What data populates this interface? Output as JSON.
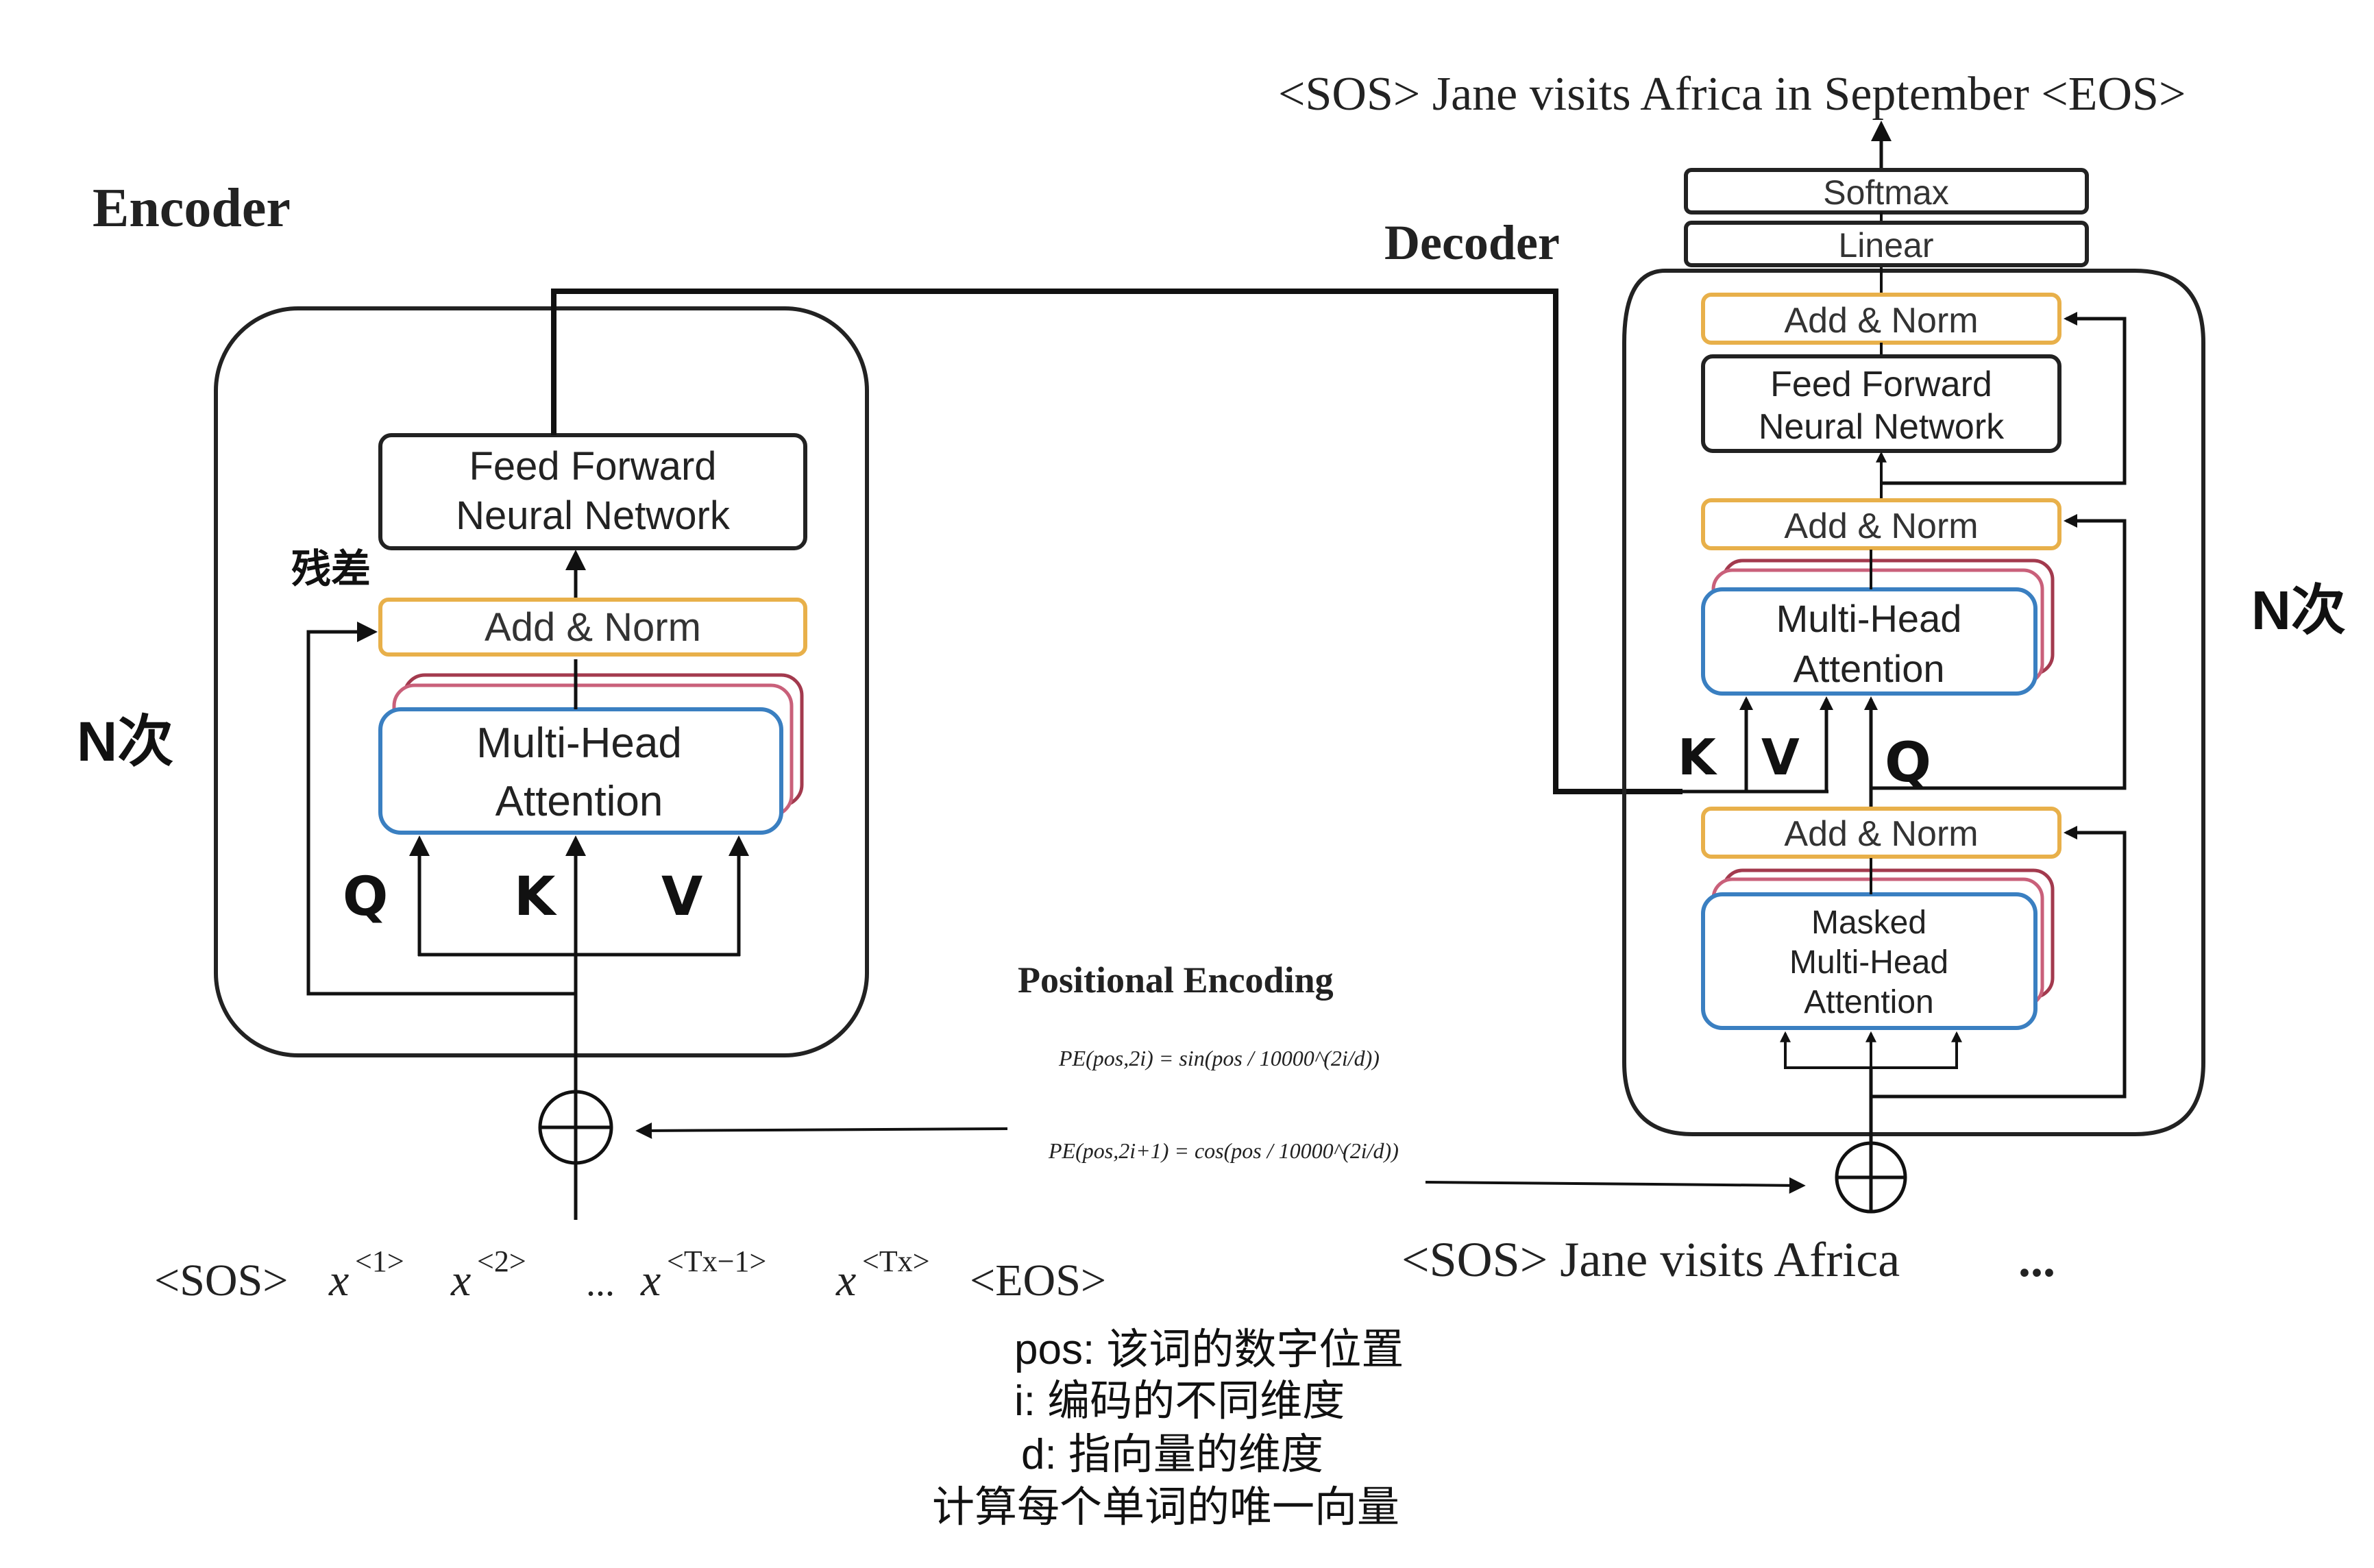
{
  "encoder": {
    "title": "Encoder",
    "repeat_label": "N次",
    "residual_label": "残差",
    "ffn_line1": "Feed Forward",
    "ffn_line2": "Neural Network",
    "add_norm": "Add & Norm",
    "mha_line1": "Multi-Head",
    "mha_line2": "Attention",
    "q": "Q",
    "k": "K",
    "v": "V",
    "input_sos": "<SOS>",
    "input_x1": "x",
    "input_x1_sup": "<1>",
    "input_x2": "x",
    "input_x2_sup": "<2>",
    "input_ellipsis": "...",
    "input_x3": "x",
    "input_x3_sup": "<Tx−1>",
    "input_x4": "x",
    "input_x4_sup": "<Tx>",
    "input_eos": "<EOS>"
  },
  "decoder": {
    "title": "Decoder",
    "repeat_label": "N次",
    "output_sentence": "<SOS> Jane visits Africa in September <EOS>",
    "softmax": "Softmax",
    "linear": "Linear",
    "add_norm_top": "Add & Norm",
    "ffn_line1": "Feed Forward",
    "ffn_line2": "Neural Network",
    "add_norm_mid": "Add & Norm",
    "mha_line1": "Multi-Head",
    "mha_line2": "Attention",
    "k": "K",
    "v": "V",
    "q": "Q",
    "add_norm_bottom": "Add & Norm",
    "masked_line1": "Masked",
    "masked_line2": "Multi-Head",
    "masked_line3": "Attention",
    "input_sentence": "<SOS> Jane visits Africa",
    "input_ellipsis": "..."
  },
  "positional_encoding": {
    "title": "Positional Encoding",
    "formula_sin": "PE(pos,2i) = sin(pos / 10000^(2i/d))",
    "formula_cos": "PE(pos,2i+1) = cos(pos / 10000^(2i/d))",
    "notes": [
      "pos: 该词的数字位置",
      "i: 编码的不同维度",
      "d: 指向量的维度",
      "计算每个单词的唯一向量"
    ]
  },
  "colors": {
    "box_border": "#222222",
    "add_norm_border": "#e8b04a",
    "attention_border": "#3a7fc1",
    "stack_pink": "#c9607a",
    "stack_red": "#a33a4e"
  }
}
